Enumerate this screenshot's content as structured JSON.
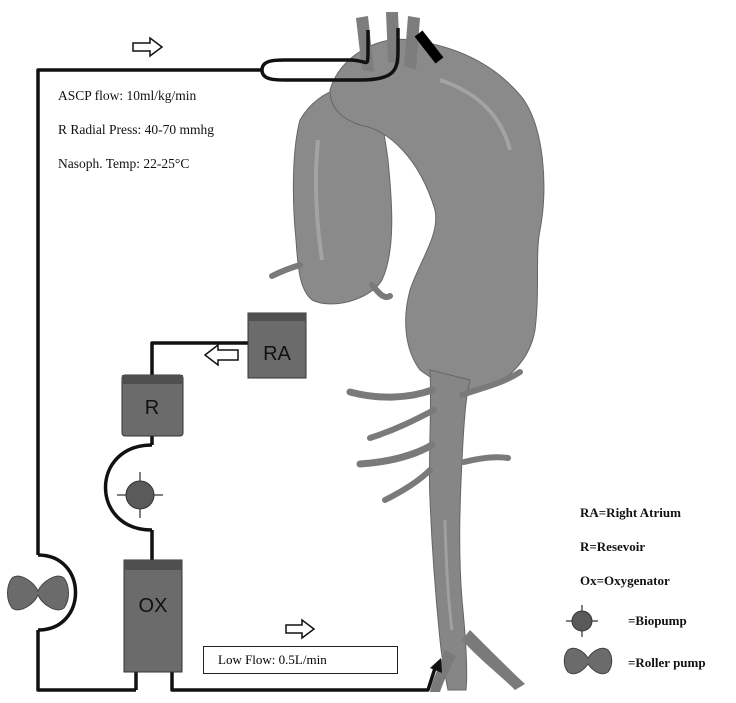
{
  "parameters": {
    "ascp_flow": "ASCP flow: 10ml/kg/min",
    "radial_press": "R Radial Press: 40-70 mmhg",
    "nasoph_temp": "Nasoph. Temp: 22-25°C"
  },
  "components": {
    "ra": "RA",
    "r": "R",
    "ox": "OX"
  },
  "low_flow": "Low Flow: 0.5L/min",
  "legend": {
    "ra": "RA=Right Atrium",
    "r": "R=Resevoir",
    "ox": "Ox=Oxygenator",
    "biopump": "=Biopump",
    "roller_pump": "=Roller pump"
  },
  "colors": {
    "tube": "#111111",
    "box_fill": "#6b6b6b",
    "box_top": "#505050",
    "aorta_fill": "#8a8a8a",
    "aorta_shade": "#6a6a6a"
  }
}
